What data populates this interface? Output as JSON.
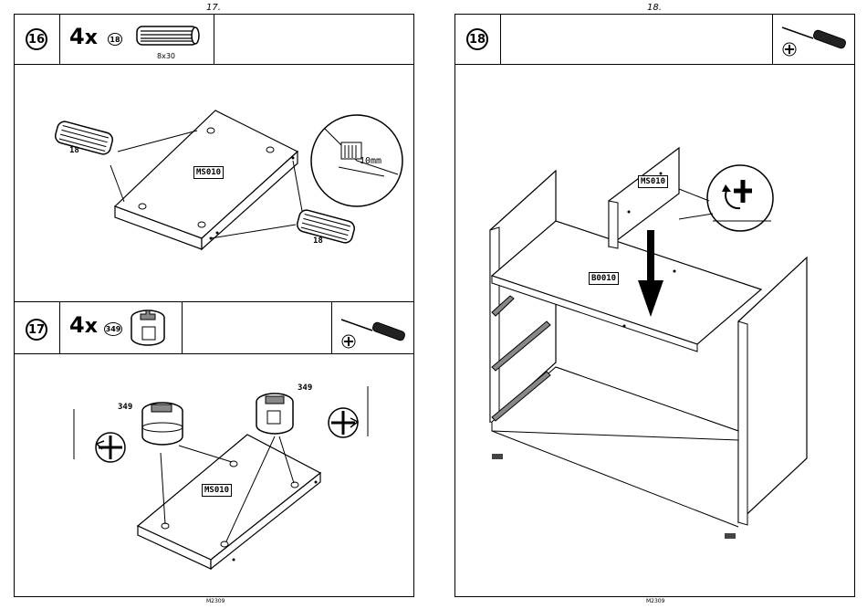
{
  "left_page": {
    "number": "17.",
    "footer": "M2309",
    "step16": {
      "step": "16",
      "qty": "4",
      "x": "x",
      "part_ref": "18",
      "dowel_size": "8x30",
      "dowel_label_a": "18",
      "dowel_label_b": "18",
      "panel_code": "MS010",
      "measure": "10mm"
    },
    "step17": {
      "step": "17",
      "qty": "4",
      "x": "x",
      "part_ref": "349",
      "cam_label_a": "349",
      "cam_label_b": "349",
      "panel_code": "MS010"
    }
  },
  "right_page": {
    "number": "18.",
    "footer": "M2309",
    "step18": {
      "step": "18",
      "panel_code_top": "MS010",
      "panel_code_shelf": "B0010"
    }
  },
  "icons": [
    "screwdriver-icon",
    "phillips-head-icon",
    "cam-lock-icon",
    "dowel-icon",
    "rotate-arrow-icon"
  ]
}
